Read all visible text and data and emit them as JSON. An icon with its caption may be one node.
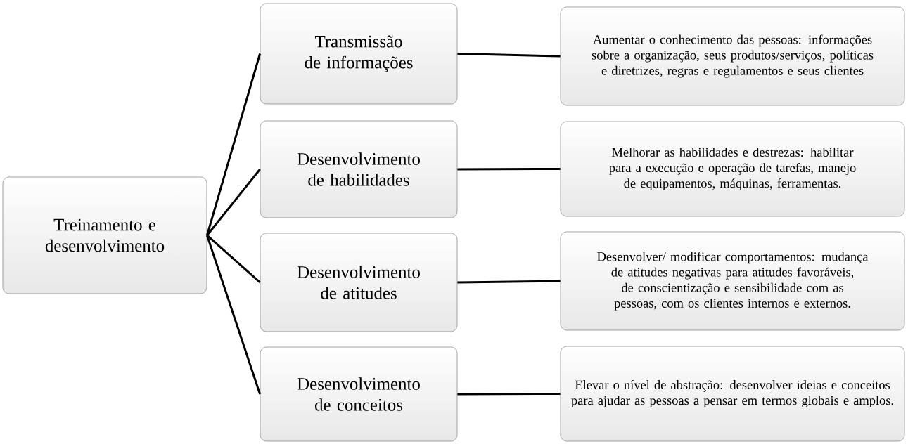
{
  "diagram": {
    "nodes": [
      {
        "text": [
          "Treinamento e desenvolvimento"
        ]
      },
      {
        "text": [
          "Transmissão de informações"
        ]
      },
      {
        "text": [
          "Desenvolvimento de habilidades"
        ]
      },
      {
        "text": [
          "Desenvolvimento de atitudes"
        ]
      },
      {
        "text": [
          "Desenvolvimento de conceitos"
        ]
      },
      {
        "text": [
          "Aumentar o conhecimento das pessoas: informações sobre a organização, seus produtos/serviços, políticas e diretrizes, regras e regulamentos e seus clientes"
        ]
      },
      {
        "text": [
          "Melhorar as habilidades e destrezas: habilitar para a execução e operação de tarefas, manejo de equipamentos, máquinas, ferramentas."
        ]
      },
      {
        "text": [
          "Desenvolver/ modificar comportamentos: mudança de atitudes negativas para atitudes favoráveis, de conscientização e sensibilidade com as pessoas, com os clientes internos e externos."
        ]
      },
      {
        "text": [
          "Elevar o nível de abstração: desenvolver ideias e conceitos para ajudar as pessoas a pensar em termos globais e amplos."
        ]
      }
    ],
    "edges": [
      {
        "from": 0,
        "to": 1,
        "arrow": "none"
      },
      {
        "from": 0,
        "to": 2,
        "arrow": "none"
      },
      {
        "from": 0,
        "to": 3,
        "arrow": "none"
      },
      {
        "from": 0,
        "to": 4,
        "arrow": "none"
      },
      {
        "from": 1,
        "to": 5,
        "arrow": "none"
      },
      {
        "from": 2,
        "to": 6,
        "arrow": "none"
      },
      {
        "from": 3,
        "to": 7,
        "arrow": "none"
      },
      {
        "from": 4,
        "to": 8,
        "arrow": "none"
      }
    ]
  }
}
